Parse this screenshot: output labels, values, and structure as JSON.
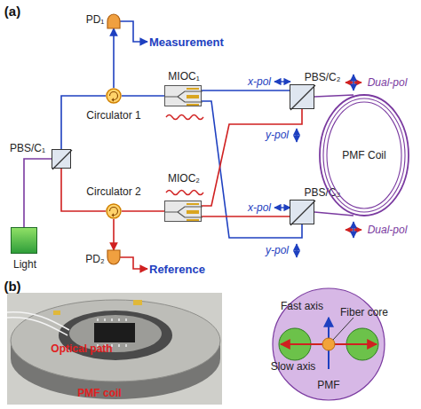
{
  "diagram": {
    "nodes": [
      {
        "text": [
          "Light"
        ]
      },
      {
        "text": [
          "PBS/C₁"
        ]
      },
      {
        "text": [
          "Circulator 1"
        ]
      },
      {
        "text": [
          "PD₁"
        ]
      },
      {
        "text": [
          "MIOC₁"
        ]
      },
      {
        "text": [
          "Circulator 2"
        ]
      },
      {
        "text": [
          "PD₂"
        ]
      },
      {
        "text": [
          "MIOC₂"
        ]
      },
      {
        "text": [
          "PBS/C₂"
        ]
      },
      {
        "text": [
          "PBS/C₃"
        ]
      },
      {
        "text": [
          "PMF Coil"
        ]
      },
      {
        "text": [
          "Fast axis",
          "Fiber core",
          "Slow axis",
          "PMF"
        ]
      }
    ],
    "edges": [
      {
        "from": 0,
        "to": 1,
        "arrow": "none"
      },
      {
        "from": 1,
        "to": 2,
        "arrow": "none"
      },
      {
        "from": 1,
        "to": 5,
        "arrow": "none"
      },
      {
        "from": 2,
        "to": 3,
        "arrow": "to"
      },
      {
        "from": 2,
        "to": 4,
        "arrow": "none"
      },
      {
        "from": 5,
        "to": 6,
        "arrow": "to"
      },
      {
        "from": 5,
        "to": 7,
        "arrow": "none"
      },
      {
        "from": 4,
        "to": 8,
        "arrow": "none"
      },
      {
        "from": 4,
        "to": 9,
        "arrow": "none"
      },
      {
        "from": 7,
        "to": 8,
        "arrow": "none"
      },
      {
        "from": 7,
        "to": 9,
        "arrow": "none"
      },
      {
        "from": 8,
        "to": 10,
        "arrow": "none"
      },
      {
        "from": 9,
        "to": 10,
        "arrow": "none"
      }
    ],
    "labels": [
      "(a)",
      "Measurement",
      "Reference",
      "x-pol",
      "y-pol",
      "x-pol",
      "y-pol",
      "Dual-pol",
      "Dual-pol",
      "(b)",
      "Optical path",
      "PMF coil"
    ]
  }
}
